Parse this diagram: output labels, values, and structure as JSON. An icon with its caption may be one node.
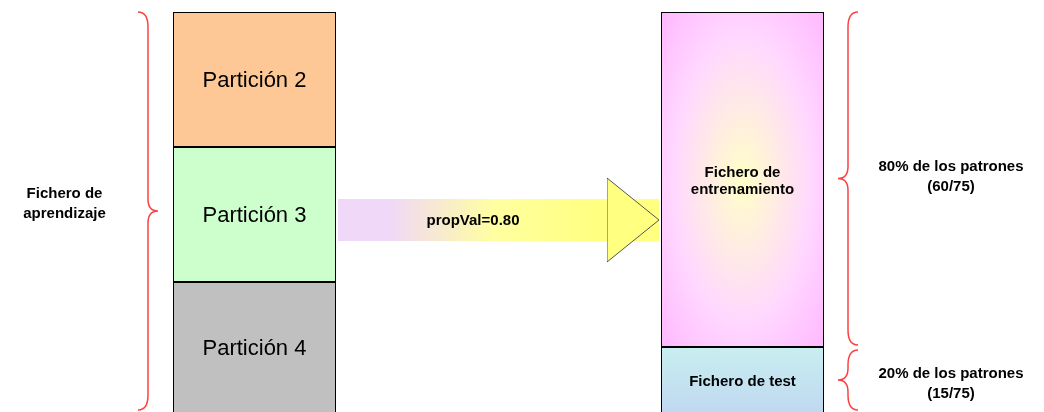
{
  "diagram": {
    "nodes": [
      {
        "text": [
          "Partición 2"
        ]
      },
      {
        "text": [
          "Partición 3"
        ]
      },
      {
        "text": [
          "Partición 4"
        ]
      },
      {
        "text": [
          "Fichero de entrenamiento"
        ],
        "beside": [
          "80% de los patrones (60/75)"
        ]
      },
      {
        "text": [
          "Fichero de test"
        ],
        "beside": [
          "20% de los patrones (15/75)"
        ]
      }
    ],
    "edges": [
      {
        "from": 1,
        "to": 3,
        "arrow": "to",
        "label": "propVal=0.80",
        "style": "thick"
      }
    ],
    "labels": [
      "Fichero de aprendizaje"
    ]
  }
}
